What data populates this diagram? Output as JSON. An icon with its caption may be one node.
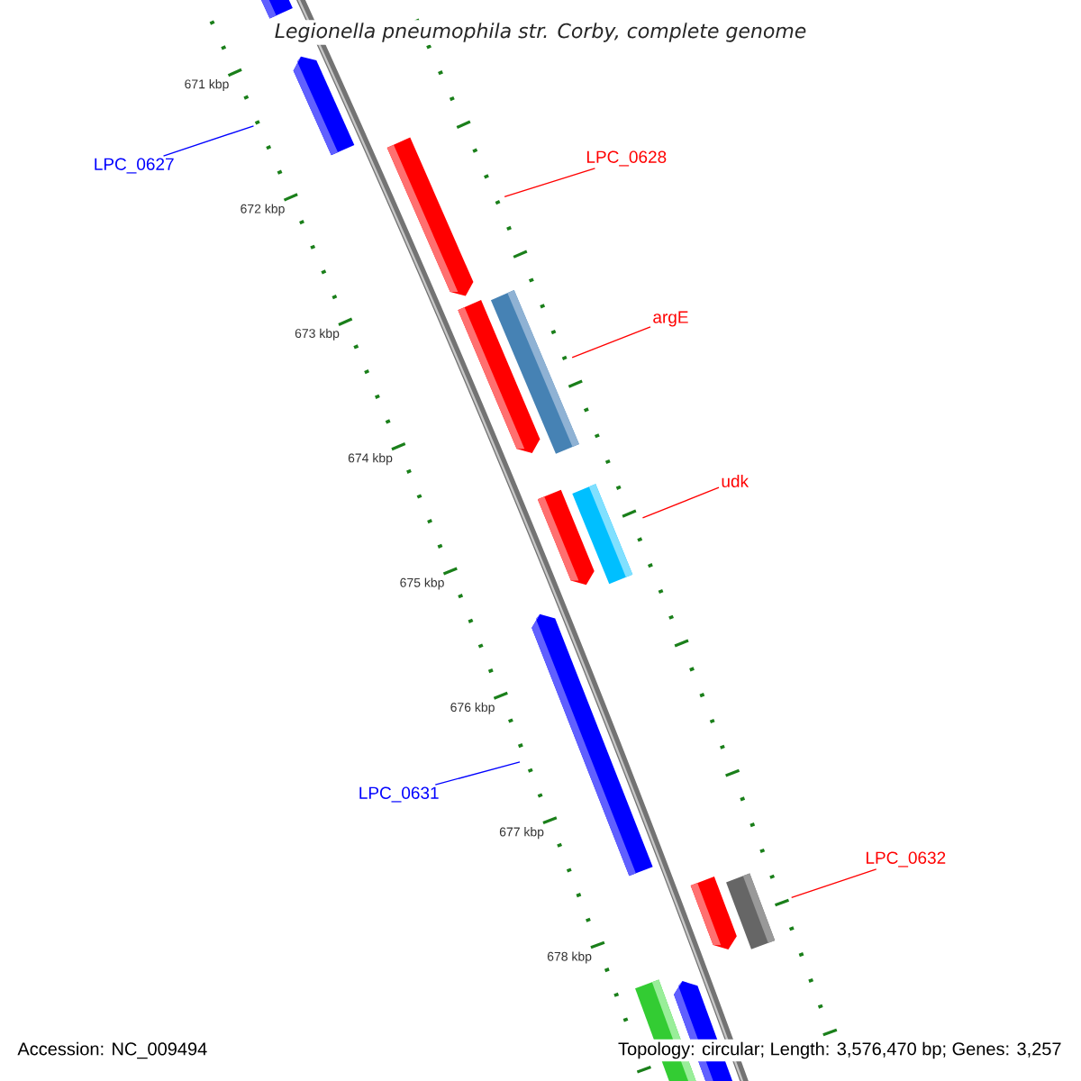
{
  "diagram": {
    "title": "*Legionella pneumophila* str. Corby, complete genome",
    "nodes": [
      {
        "text": [
          "LPC_0627"
        ]
      },
      {
        "text": [],
        "shape": "bar"
      },
      {
        "text": [
          "LPC_0628"
        ]
      },
      {
        "text": [],
        "shape": "bar"
      },
      {
        "text": [
          "argE"
        ]
      },
      {
        "text": [],
        "shape": "bar"
      },
      {
        "text": [
          "udk"
        ]
      },
      {
        "text": [],
        "shape": "bar"
      },
      {
        "text": [
          "LPC_0631"
        ]
      },
      {
        "text": [],
        "shape": "bar"
      },
      {
        "text": [
          "LPC_0632"
        ]
      },
      {
        "text": [],
        "shape": "bar"
      }
    ],
    "edges": [
      {
        "from": 0,
        "to": 1,
        "arrow": "none",
        "color": "#0000ff"
      },
      {
        "from": 2,
        "to": 3,
        "arrow": "none"
      },
      {
        "from": 4,
        "to": 5,
        "arrow": "none"
      },
      {
        "from": 6,
        "to": 7,
        "arrow": "none"
      },
      {
        "from": 8,
        "to": 9,
        "arrow": "none",
        "color": "#0000ff"
      },
      {
        "from": 10,
        "to": 11,
        "arrow": "none"
      }
    ],
    "labels": [
      "671 kbp",
      "672 kbp",
      "673 kbp",
      "674 kbp",
      "675 kbp",
      "676 kbp",
      "677 kbp",
      "678 kbp",
      "Accession: NC_009494",
      "Topology: circular; Length: 3,576,470 bp; Genes: 3,257"
    ]
  }
}
